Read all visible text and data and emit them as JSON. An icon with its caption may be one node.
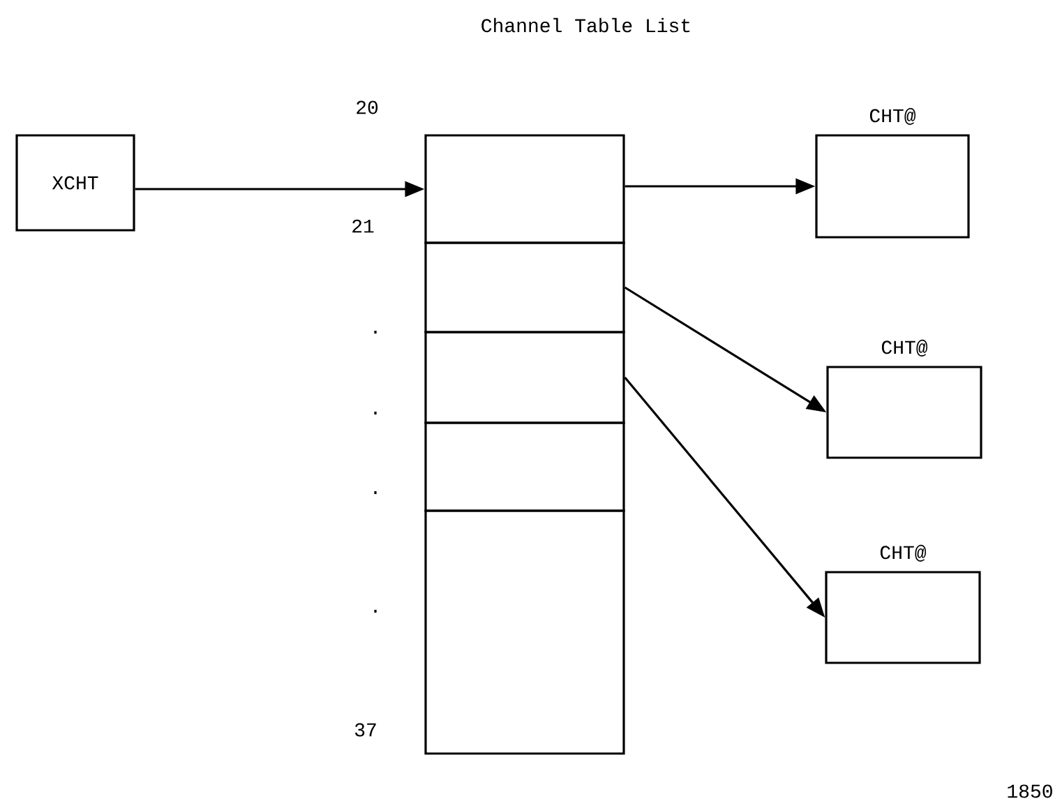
{
  "diagram": {
    "title": "Channel Table List",
    "nodes": [
      {
        "text": [
          "XCHT"
        ]
      },
      {
        "text": [],
        "shape": "box"
      },
      {
        "text": [],
        "shape": "box"
      },
      {
        "text": [],
        "shape": "box"
      },
      {
        "text": [],
        "shape": "box"
      },
      {
        "text": [],
        "shape": "box"
      },
      {
        "text": [
          "CHT@"
        ]
      },
      {
        "text": [
          "CHT@"
        ]
      },
      {
        "text": [
          "CHT@"
        ]
      }
    ],
    "edges": [
      {
        "from": 0,
        "to": 1,
        "arrow": "to"
      },
      {
        "from": 1,
        "to": 6,
        "arrow": "to"
      },
      {
        "from": 2,
        "to": 7,
        "arrow": "to"
      },
      {
        "from": 3,
        "to": 8,
        "arrow": "to"
      }
    ],
    "labels": [
      "20",
      "21",
      ".",
      ".",
      ".",
      ".",
      "37",
      "1850"
    ]
  }
}
